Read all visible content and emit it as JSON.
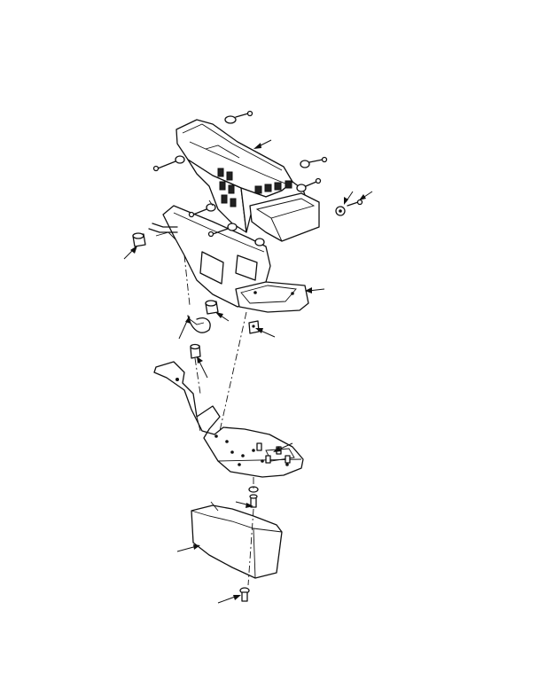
{
  "figure": {
    "type": "exploded-view-line-drawing",
    "subject": "console",
    "callout_count": 13,
    "callout_labels": []
  }
}
